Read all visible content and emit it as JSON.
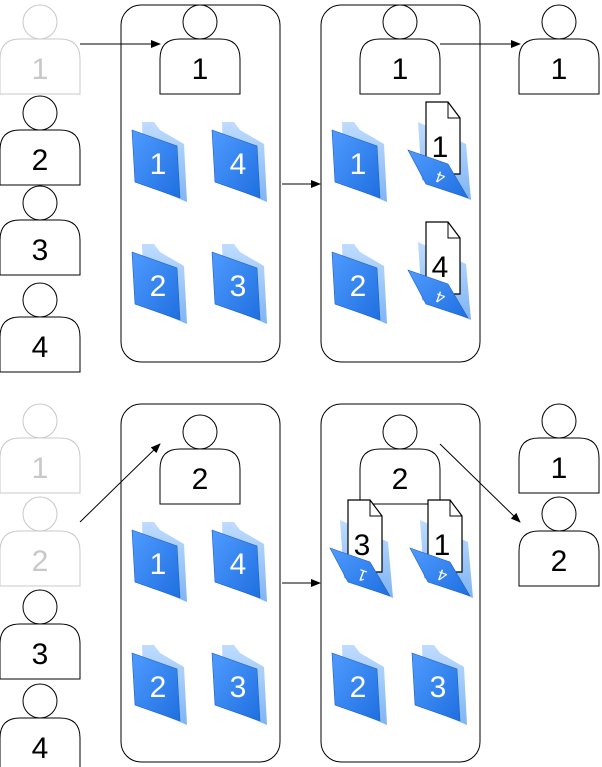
{
  "diagram": {
    "colors": {
      "folder": "#2f7ff0",
      "folder_light": "#9dc8f8",
      "person_stroke": "#000000",
      "faded": "#c8c8c8",
      "panel_stroke": "#000000"
    },
    "scenario_1": {
      "queue": [
        "1",
        "2",
        "3",
        "4"
      ],
      "queue_faded": [
        true,
        false,
        false,
        false
      ],
      "before": {
        "user": "1",
        "folders": [
          "1",
          "4",
          "2",
          "3"
        ]
      },
      "after": {
        "user": "1",
        "folders": [
          "1",
          "",
          "2",
          ""
        ],
        "opened_folders": [
          {
            "folder": "4",
            "document": "1"
          },
          {
            "folder": "4",
            "document": "4"
          }
        ]
      },
      "output": [
        "1"
      ]
    },
    "scenario_2": {
      "queue": [
        "1",
        "2",
        "3",
        "4"
      ],
      "queue_faded": [
        true,
        true,
        false,
        false
      ],
      "before": {
        "user": "2",
        "folders": [
          "1",
          "4",
          "2",
          "3"
        ]
      },
      "after": {
        "user": "2",
        "opened_folders": [
          {
            "folder": "1",
            "document": "3"
          },
          {
            "folder": "4",
            "document": "1"
          }
        ],
        "folders": [
          "2",
          "3"
        ]
      },
      "output": [
        "1",
        "2"
      ]
    }
  }
}
